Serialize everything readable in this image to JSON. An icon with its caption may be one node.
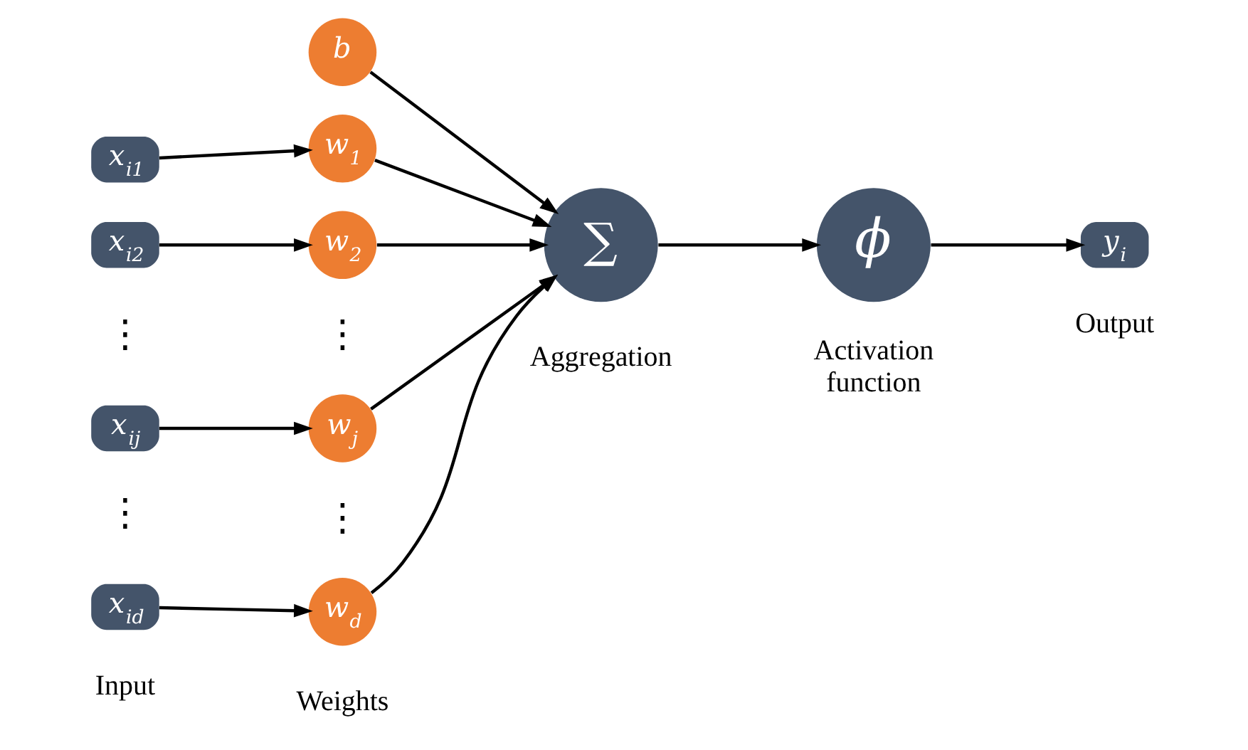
{
  "diagram": {
    "nodes": [
      {
        "text": [
          "x$_{i1}$"
        ]
      },
      {
        "text": [
          "x$_{i2}$"
        ]
      },
      {
        "text": [
          "x$_{ij}$"
        ]
      },
      {
        "text": [
          "x$_{id}$"
        ]
      },
      {
        "text": [
          "w$_{1}$"
        ]
      },
      {
        "text": [
          "w$_{2}$"
        ]
      },
      {
        "text": [
          "w$_{j}$"
        ]
      },
      {
        "text": [
          "w$_{d}$"
        ]
      },
      {
        "text": [
          "b"
        ]
      },
      {
        "text": [
          "∑"
        ]
      },
      {
        "text": [
          "ϕ"
        ]
      },
      {
        "text": [
          "y$_{i}$"
        ]
      }
    ],
    "edges": [
      {
        "from": 0,
        "to": 4,
        "arrow": "to"
      },
      {
        "from": 1,
        "to": 5,
        "arrow": "to"
      },
      {
        "from": 2,
        "to": 6,
        "arrow": "to"
      },
      {
        "from": 3,
        "to": 7,
        "arrow": "to"
      },
      {
        "from": 4,
        "to": 9,
        "arrow": "to"
      },
      {
        "from": 5,
        "to": 9,
        "arrow": "to"
      },
      {
        "from": 6,
        "to": 9,
        "arrow": "to"
      },
      {
        "from": 7,
        "to": 9,
        "arrow": "to"
      },
      {
        "from": 8,
        "to": 9,
        "arrow": "to"
      },
      {
        "from": 9,
        "to": 10,
        "arrow": "to"
      },
      {
        "from": 10,
        "to": 11,
        "arrow": "to"
      }
    ],
    "labels": [
      "⋮",
      "⋮",
      "⋮",
      "⋮",
      "Input",
      "Weights",
      "Aggregation",
      "Activation function",
      "Output"
    ]
  }
}
